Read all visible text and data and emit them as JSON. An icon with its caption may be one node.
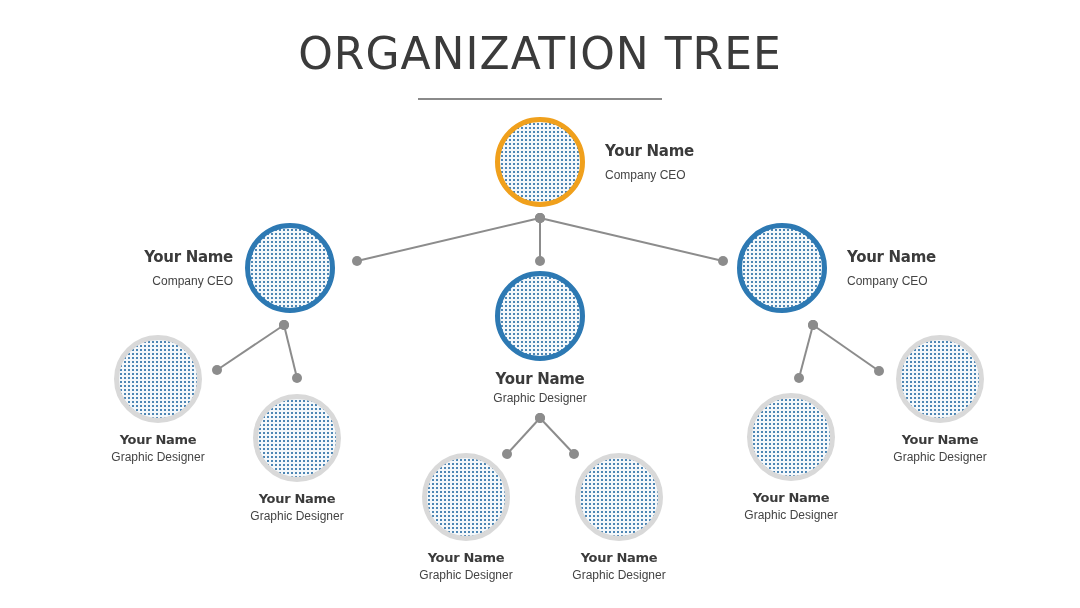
{
  "diagram": {
    "title": "ORGANIZATION TREE",
    "nodes": [
      {
        "text": [
          "Your Name",
          "Company CEO"
        ]
      },
      {
        "text": [
          "Your Name",
          "Company CEO"
        ]
      },
      {
        "text": [
          "Your Name",
          "Graphic Designer"
        ]
      },
      {
        "text": [
          "Your Name",
          "Company CEO"
        ]
      },
      {
        "text": [
          "Your Name",
          "Graphic Designer"
        ]
      },
      {
        "text": [
          "Your Name",
          "Graphic Designer"
        ]
      },
      {
        "text": [
          "Your Name",
          "Graphic Designer"
        ]
      },
      {
        "text": [
          "Your Name",
          "Graphic Designer"
        ]
      },
      {
        "text": [
          "Your Name",
          "Graphic Designer"
        ]
      },
      {
        "text": [
          "Your Name",
          "Graphic Designer"
        ]
      }
    ],
    "edges": [
      {
        "from": 0,
        "to": 1,
        "arrow": "other"
      },
      {
        "from": 0,
        "to": 2,
        "arrow": "other"
      },
      {
        "from": 0,
        "to": 3,
        "arrow": "other"
      },
      {
        "from": 1,
        "to": 4,
        "arrow": "other"
      },
      {
        "from": 1,
        "to": 5,
        "arrow": "other"
      },
      {
        "from": 2,
        "to": 6,
        "arrow": "other"
      },
      {
        "from": 2,
        "to": 7,
        "arrow": "other"
      },
      {
        "from": 3,
        "to": 8,
        "arrow": "other"
      },
      {
        "from": 3,
        "to": 9,
        "arrow": "other"
      }
    ]
  }
}
